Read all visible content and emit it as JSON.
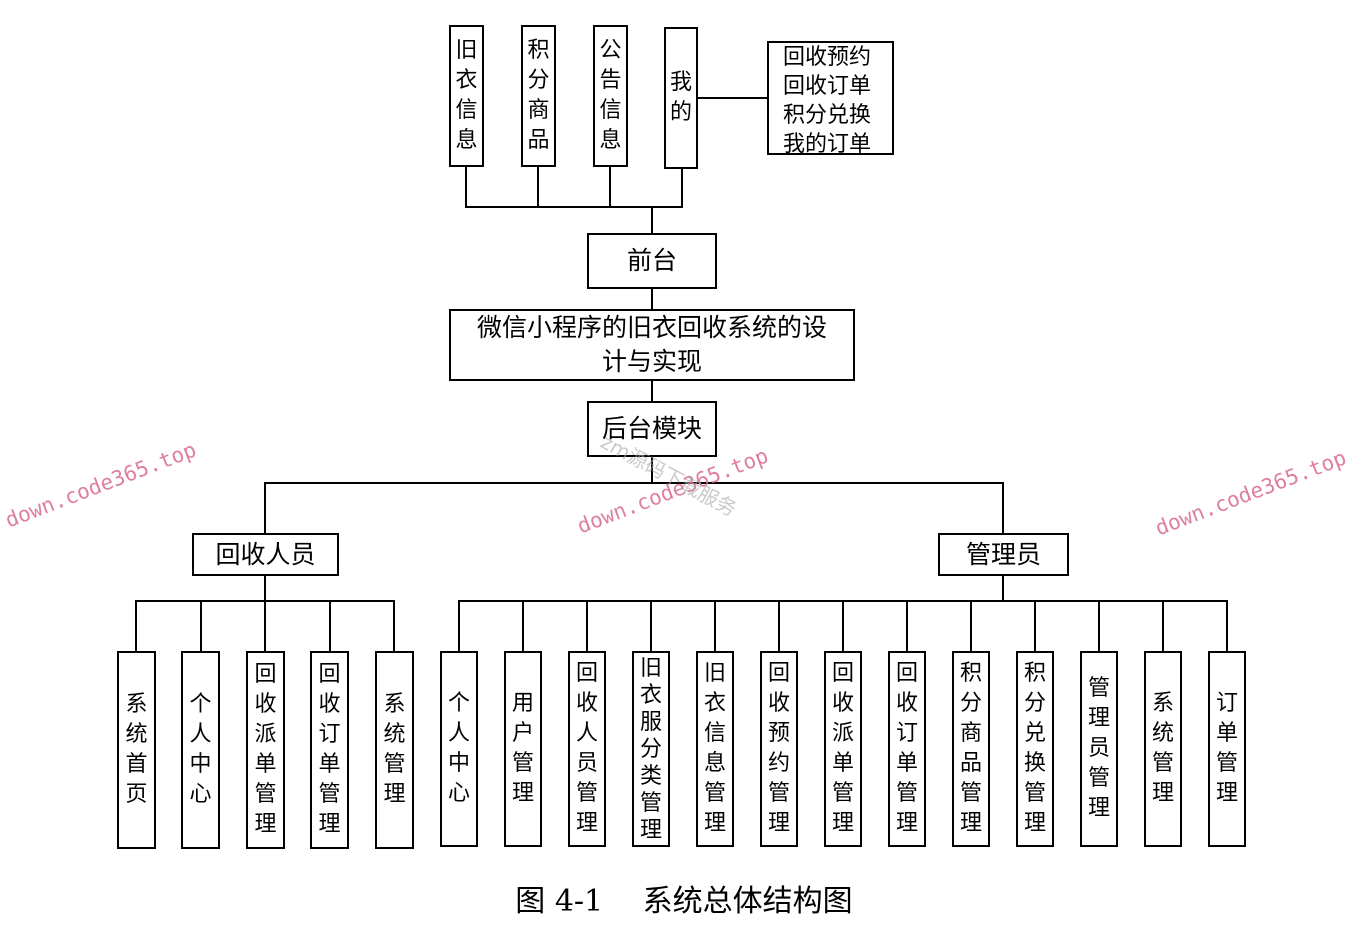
{
  "title": "微信小程序的旧衣回收系统的设计与实现",
  "front": {
    "label": "前台",
    "modules": [
      "旧衣信息",
      "积分商品",
      "公告信息",
      "我的"
    ],
    "mine_items": [
      "回收预约",
      "回收订单",
      "积分兑换",
      "我的订单"
    ]
  },
  "backend": {
    "label": "后台模块"
  },
  "recycler": {
    "label": "回收人员",
    "modules": [
      "系统首页",
      "个人中心",
      "回收派单管理",
      "回收订单管理",
      "系统管理"
    ]
  },
  "admin": {
    "label": "管理员",
    "modules": [
      "个人中心",
      "用户管理",
      "回收人员管理",
      "旧衣服分类管理",
      "旧衣信息管理",
      "回收预约管理",
      "回收派单管理",
      "回收订单管理",
      "积分商品管理",
      "积分兑换管理",
      "管理员管理",
      "系统管理",
      "订单管理"
    ]
  },
  "caption": "图 4-1　 系统总体结构图",
  "watermarks": [
    "down.code365.top",
    "down.code365.top",
    "down.code365.top"
  ],
  "watermark_gray": "zm源码下载服务"
}
